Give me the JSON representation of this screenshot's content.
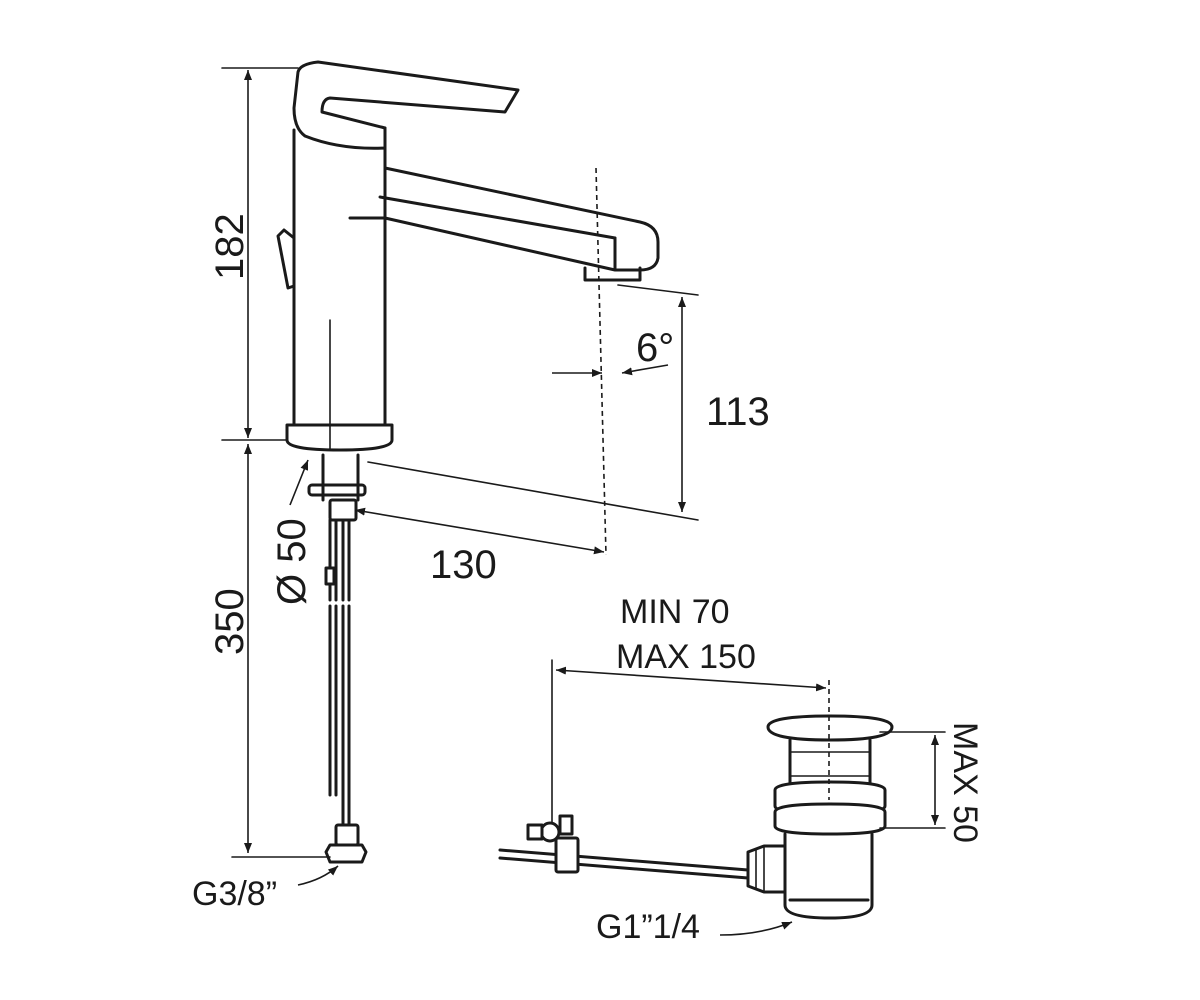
{
  "dimensions": {
    "height_spout": "182",
    "height_below_deck": "350",
    "spout_clearance": "113",
    "spout_reach": "130",
    "spout_angle": "6°",
    "base_diameter": "Ø 50",
    "supply_thread": "G3/8”",
    "pop_up_min": "MIN 70",
    "pop_up_max": "MAX 150",
    "waste_height": "MAX 50",
    "waste_thread": "G1”1/4"
  }
}
